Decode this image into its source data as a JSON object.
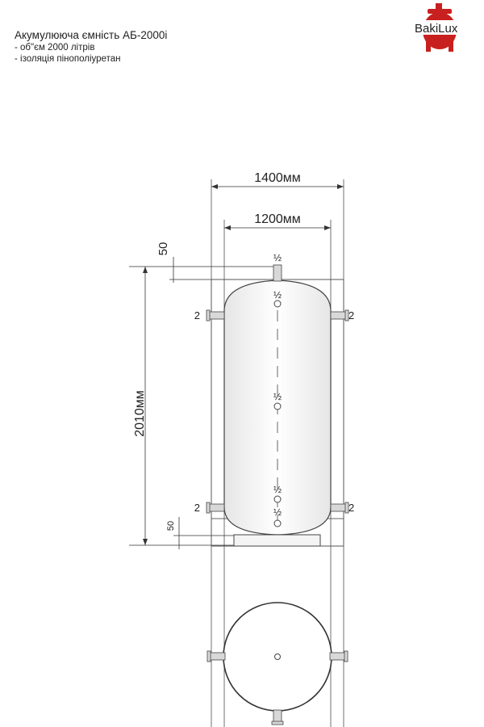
{
  "header": {
    "title": "Акумулююча ємність АБ-2000і",
    "specs": [
      "- об\"єм 2000 літрів",
      "- ізоляція пінополіуретан"
    ]
  },
  "logo": {
    "text": "BakiLux",
    "color": "#c8201e"
  },
  "dimensions": {
    "outer_width": "1400мм",
    "inner_width": "1200мм",
    "height": "2010мм",
    "top_offset": "50",
    "bottom_offset": "50"
  },
  "ports": {
    "left_upper": "2",
    "right_upper": "2",
    "left_lower": "2",
    "right_lower": "2",
    "top": "½",
    "upper_sensor": "½",
    "middle_sensor": "½",
    "lower_sensor_1": "½",
    "lower_sensor_2": "½"
  }
}
